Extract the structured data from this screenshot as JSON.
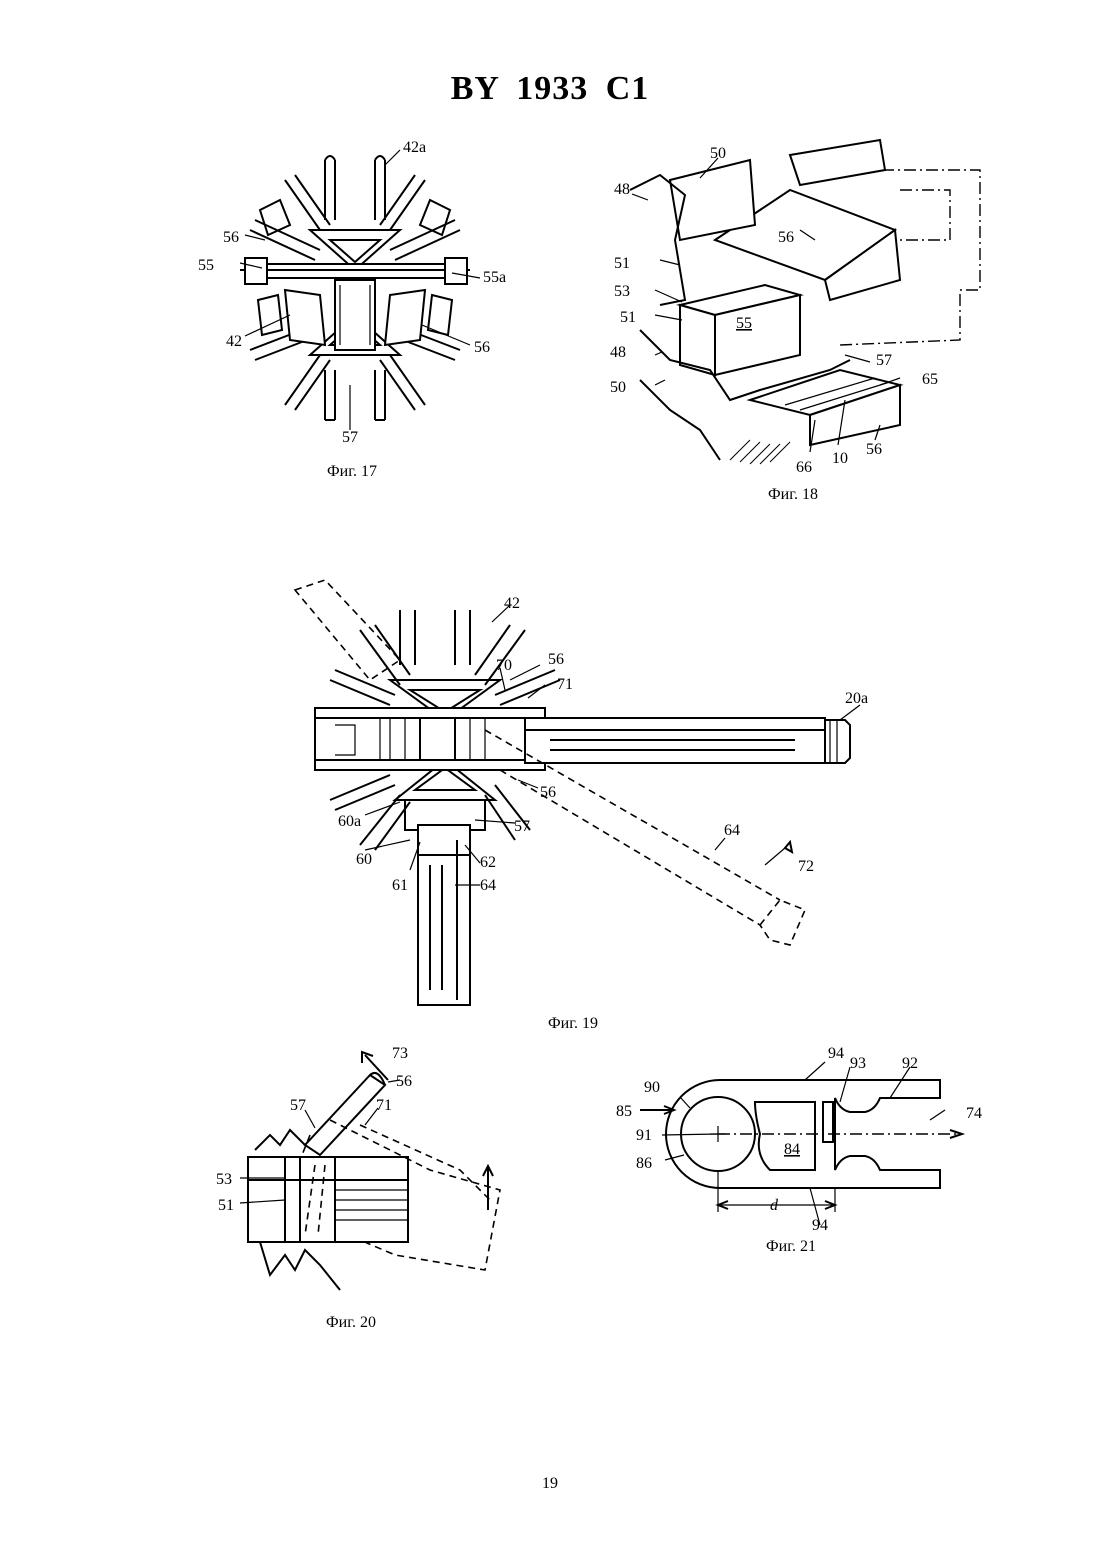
{
  "header": {
    "title": "BY 1933 C1"
  },
  "figures": [
    {
      "caption": "Фиг. 17",
      "labels": [
        "42a",
        "56",
        "55",
        "55a",
        "42",
        "56",
        "57"
      ]
    },
    {
      "caption": "Фиг. 18",
      "labels": [
        "50",
        "48",
        "56",
        "51",
        "53",
        "51",
        "55",
        "48",
        "50",
        "57",
        "65",
        "66",
        "10",
        "56"
      ]
    },
    {
      "caption": "Фиг. 19",
      "labels": [
        "42",
        "56",
        "70",
        "71",
        "20a",
        "56",
        "60a",
        "57",
        "60",
        "61",
        "62",
        "64",
        "64",
        "72"
      ]
    },
    {
      "caption": "Фиг. 20",
      "labels": [
        "73",
        "56",
        "57",
        "71",
        "53",
        "51"
      ]
    },
    {
      "caption": "Фиг. 21",
      "labels": [
        "94",
        "93",
        "92",
        "85",
        "90",
        "74",
        "91",
        "84",
        "86",
        "d",
        "94"
      ]
    }
  ],
  "page_number": "19"
}
